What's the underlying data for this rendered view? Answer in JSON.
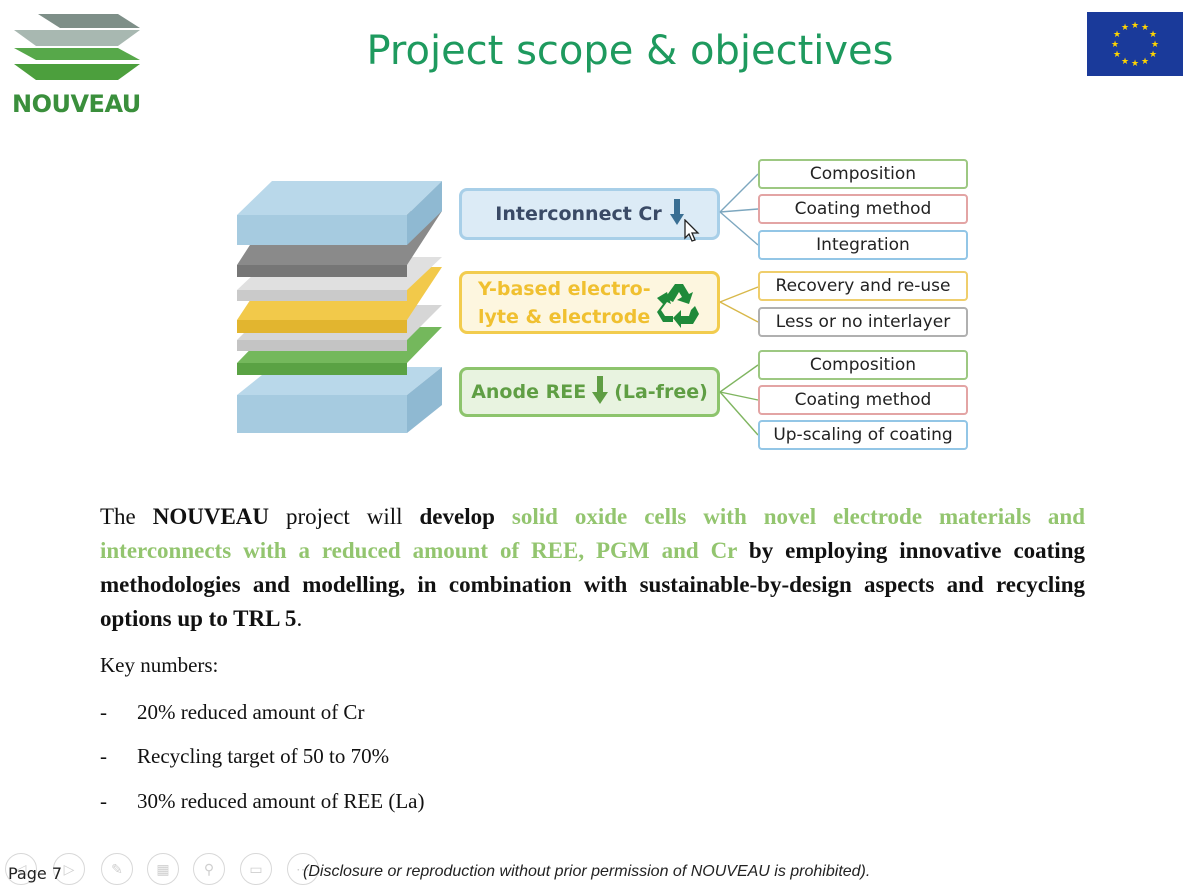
{
  "header": {
    "logo_text": "NOUVEAU",
    "title": "Project scope & objectives"
  },
  "diagram": {
    "interconnect_label": "Interconnect Cr",
    "ybased_line1": "Y-based electro-",
    "ybased_line2": "lyte & electrode",
    "anode_label_1": "Anode REE",
    "anode_label_2": "(La-free)",
    "interconnect_items": [
      "Composition",
      "Coating method",
      "Integration"
    ],
    "ybased_items": [
      "Recovery and re-use",
      "Less or no interlayer"
    ],
    "anode_items": [
      "Composition",
      "Coating method",
      "Up-scaling of coating"
    ]
  },
  "body": {
    "p_the": "The ",
    "p_nouveau": "NOUVEAU",
    "p_project_will": " project will ",
    "p_develop": "develop",
    "p_green": " solid oxide cells with novel electrode materials and interconnects with a reduced amount of REE, PGM and Cr",
    "p_rest": " by employing innovative coating methodologies and modelling, in combination with sustainable-by-design aspects and recycling options up to TRL 5",
    "p_end": ".",
    "key_label": "Key numbers:",
    "bullet_dash": "-",
    "bullets": [
      "20% reduced amount of Cr",
      "Recycling target of 50 to 70%",
      "30% reduced amount of REE (La)"
    ]
  },
  "footer": {
    "page_label": "Page 7",
    "disclaimer": "(Disclosure or reproduction without prior permission of NOUVEAU is prohibited)."
  },
  "colors": {
    "title_green": "#1e9a5e",
    "text_green": "#93c56f",
    "eu_blue": "#1a3a9a",
    "eu_star": "#ffd500"
  },
  "icons": {
    "recycle": "recycle-icon",
    "down_arrow": "down-arrow-icon",
    "cursor": "mouse-cursor-icon"
  }
}
